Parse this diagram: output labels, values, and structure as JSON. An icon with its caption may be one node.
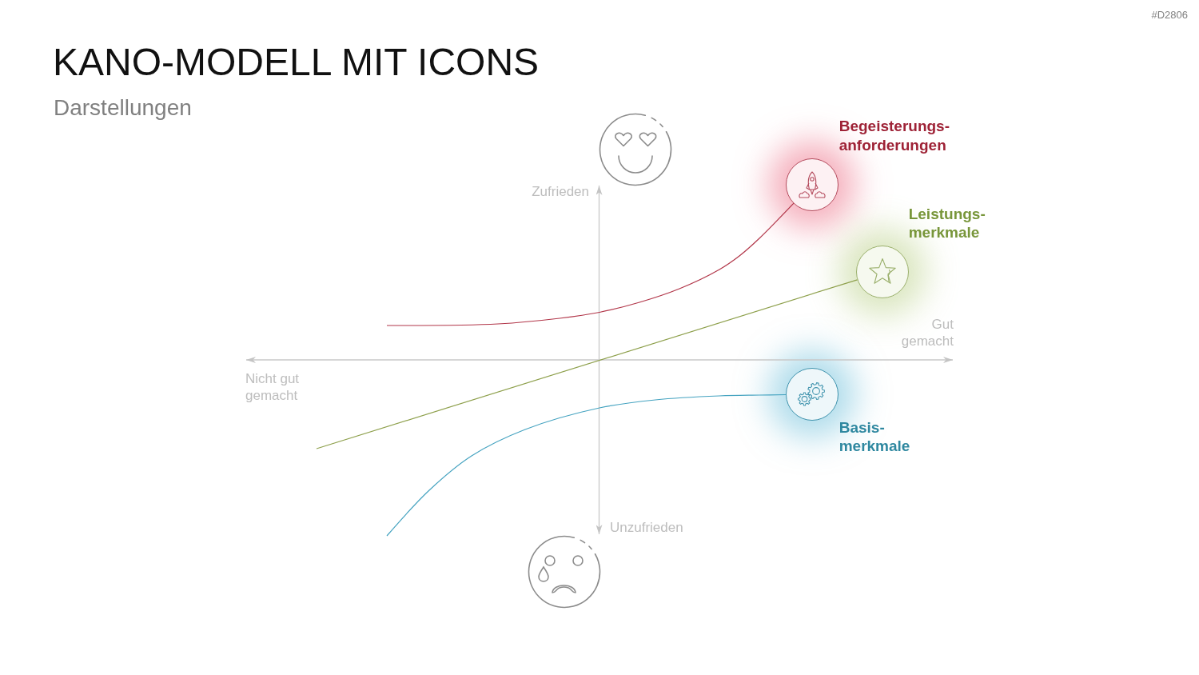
{
  "diagram": {
    "title": "KANO-MODELL MIT ICONS",
    "nodes": [
      {
        "text": [
          "Begeisterungs- anforderungen"
        ]
      },
      {
        "text": [
          "Leistungs- merkmale"
        ]
      },
      {
        "text": [
          "Basis- merkmale"
        ]
      }
    ],
    "edges": [
      {
        "from": null,
        "to": 0,
        "arrow": "none",
        "color": "#b2374a"
      },
      {
        "from": null,
        "to": 1,
        "arrow": "none",
        "color": "#8ea04c"
      },
      {
        "from": null,
        "to": 2,
        "arrow": "none",
        "color": "#45a3c0"
      }
    ],
    "labels": [
      "#D2806",
      "Darstellungen",
      "Zufrieden",
      "Gut gemacht",
      "Nicht gut gemacht",
      "Unzufrieden"
    ]
  }
}
